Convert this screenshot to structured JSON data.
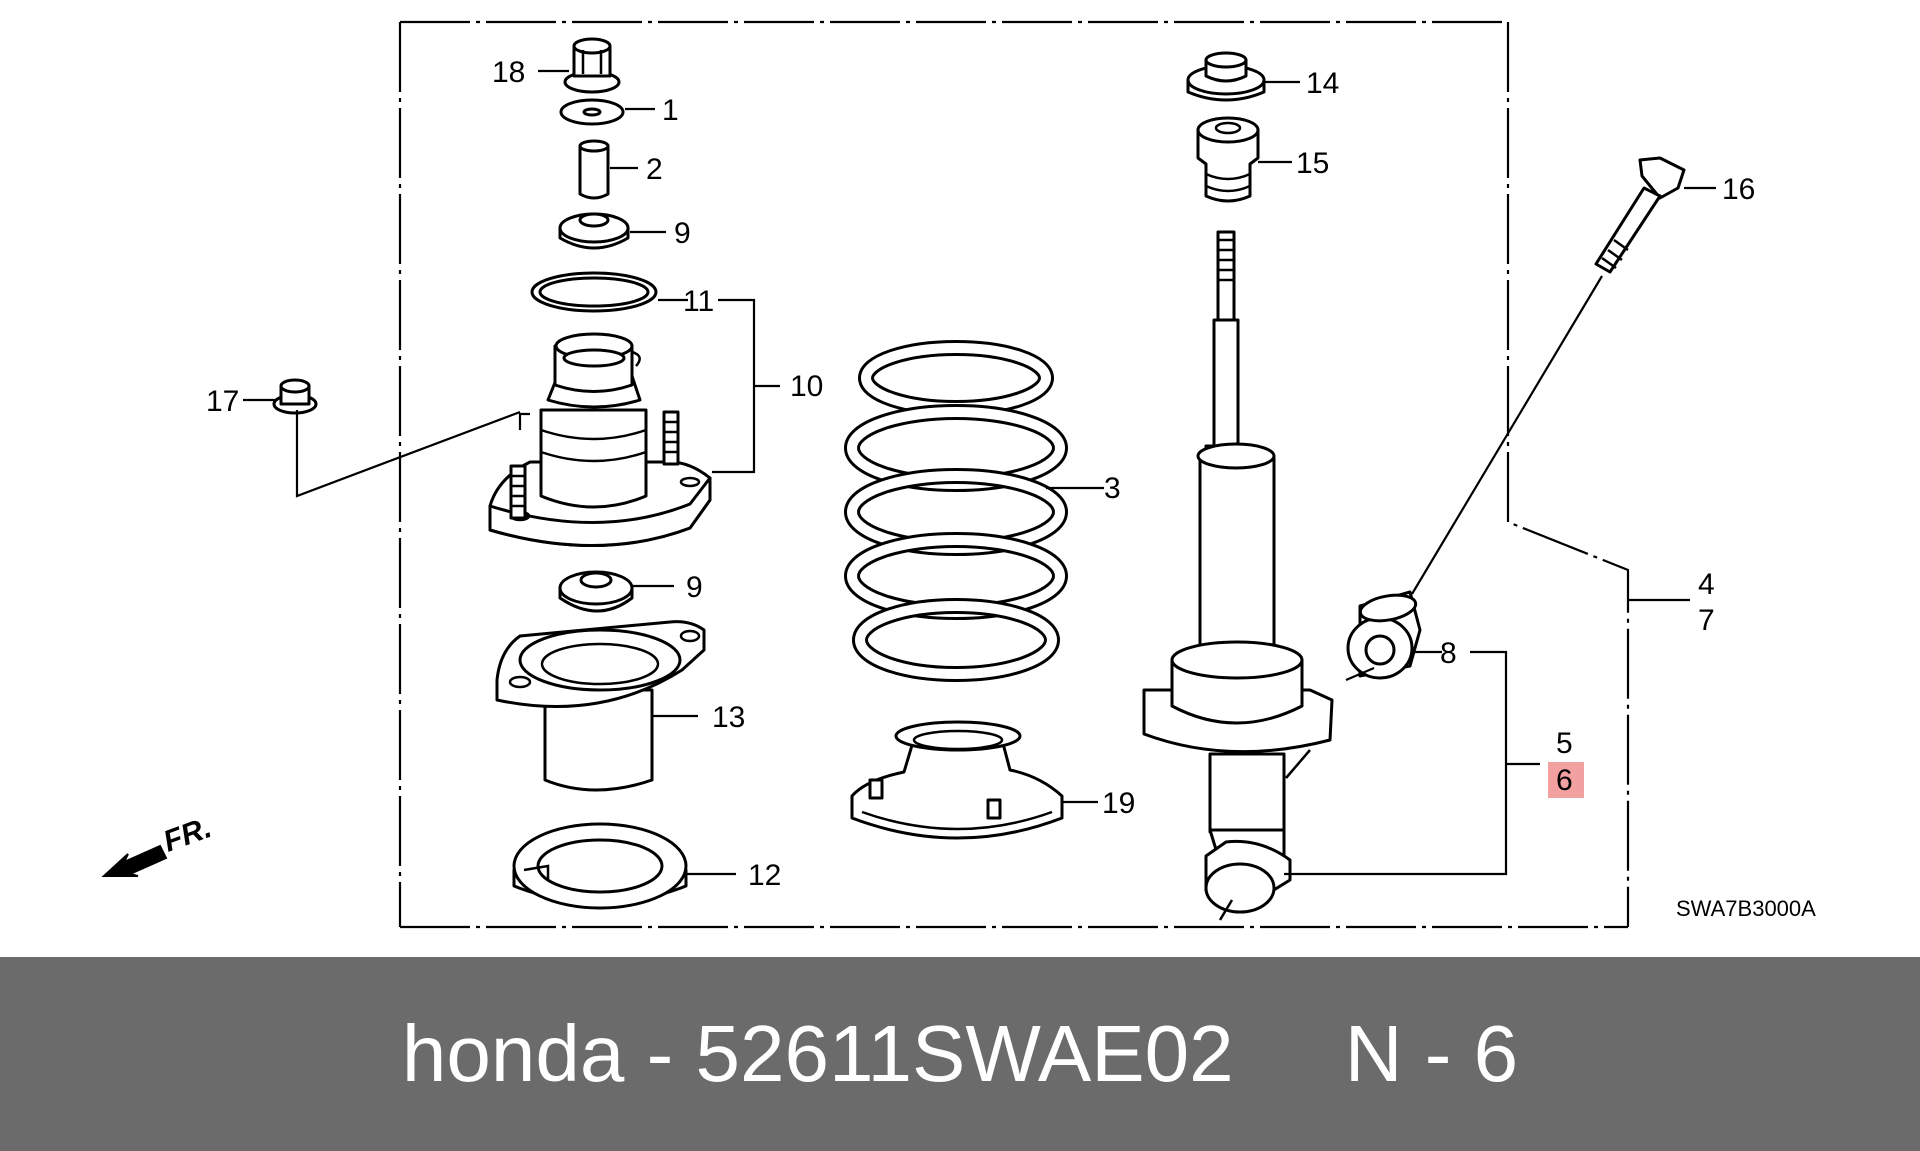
{
  "diagram": {
    "callouts": {
      "c1": "1",
      "c2": "2",
      "c3": "3",
      "c4": "4",
      "c5": "5",
      "c6": "6",
      "c7": "7",
      "c8": "8",
      "c9a": "9",
      "c9b": "9",
      "c10": "10",
      "c11": "11",
      "c12": "12",
      "c13": "13",
      "c14": "14",
      "c15": "15",
      "c16": "16",
      "c17": "17",
      "c18": "18",
      "c19": "19"
    },
    "highlight_color": "#f2a0a0",
    "front_marker": "FR.",
    "diagram_code": "SWA7B3000A"
  },
  "footer": {
    "text": "honda - 52611SWAE02     N - 6",
    "background": "#6b6b6b"
  }
}
